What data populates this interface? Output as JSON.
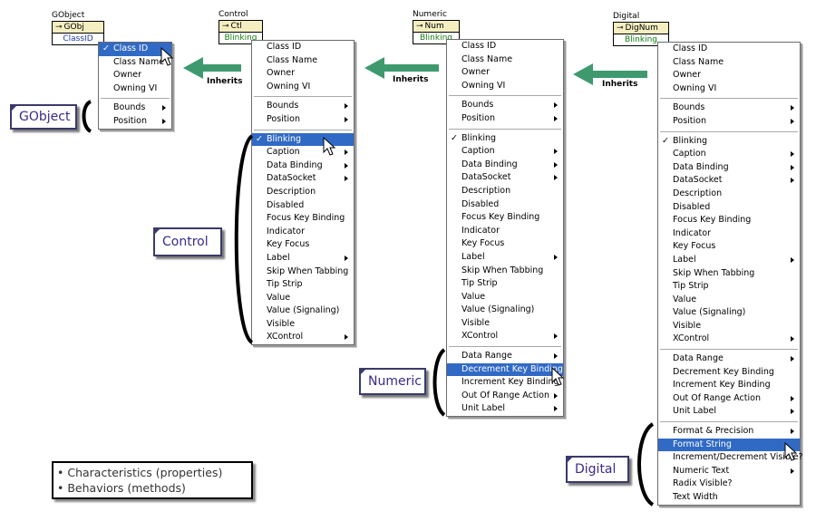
{
  "nodes": {
    "gobject": {
      "title": "GObject",
      "top": "GObj",
      "bottom": "ClassID"
    },
    "control": {
      "title": "Control",
      "top": "Ctl",
      "bottom": "Blinking"
    },
    "numeric": {
      "title": "Numeric",
      "top": "Num",
      "bottom": "Blinking"
    },
    "digital": {
      "title": "Digital",
      "top": "DigNum",
      "bottom": "Blinking"
    }
  },
  "inherits_label": "Inherits",
  "tags": {
    "gobject": "GObject",
    "control": "Control",
    "numeric": "Numeric",
    "digital": "Digital"
  },
  "legend": [
    "Characteristics (properties)",
    "Behaviors (methods)"
  ],
  "colors": {
    "arrow": "#3e9a6e",
    "highlight": "#316ac5",
    "node_fill": "#f5eec0"
  },
  "menus": {
    "gobject": {
      "groups": [
        [
          {
            "label": "Class ID",
            "check": true,
            "sel": true
          },
          {
            "label": "Class Name"
          },
          {
            "label": "Owner"
          },
          {
            "label": "Owning VI"
          }
        ],
        [
          {
            "label": "Bounds",
            "sub": true
          },
          {
            "label": "Position",
            "sub": true
          }
        ]
      ]
    },
    "control": {
      "groups": [
        [
          {
            "label": "Class ID"
          },
          {
            "label": "Class Name"
          },
          {
            "label": "Owner"
          },
          {
            "label": "Owning VI"
          }
        ],
        [
          {
            "label": "Bounds",
            "sub": true
          },
          {
            "label": "Position",
            "sub": true
          }
        ],
        [
          {
            "label": "Blinking",
            "check": true,
            "sel": true
          },
          {
            "label": "Caption",
            "sub": true
          },
          {
            "label": "Data Binding",
            "sub": true
          },
          {
            "label": "DataSocket",
            "sub": true
          },
          {
            "label": "Description"
          },
          {
            "label": "Disabled"
          },
          {
            "label": "Focus Key Binding"
          },
          {
            "label": "Indicator"
          },
          {
            "label": "Key Focus"
          },
          {
            "label": "Label",
            "sub": true
          },
          {
            "label": "Skip When Tabbing"
          },
          {
            "label": "Tip Strip"
          },
          {
            "label": "Value"
          },
          {
            "label": "Value (Signaling)"
          },
          {
            "label": "Visible"
          },
          {
            "label": "XControl",
            "sub": true
          }
        ]
      ]
    },
    "numeric": {
      "groups": [
        [
          {
            "label": "Class ID"
          },
          {
            "label": "Class Name"
          },
          {
            "label": "Owner"
          },
          {
            "label": "Owning VI"
          }
        ],
        [
          {
            "label": "Bounds",
            "sub": true
          },
          {
            "label": "Position",
            "sub": true
          }
        ],
        [
          {
            "label": "Blinking",
            "check": true
          },
          {
            "label": "Caption",
            "sub": true
          },
          {
            "label": "Data Binding",
            "sub": true
          },
          {
            "label": "DataSocket",
            "sub": true
          },
          {
            "label": "Description"
          },
          {
            "label": "Disabled"
          },
          {
            "label": "Focus Key Binding"
          },
          {
            "label": "Indicator"
          },
          {
            "label": "Key Focus"
          },
          {
            "label": "Label",
            "sub": true
          },
          {
            "label": "Skip When Tabbing"
          },
          {
            "label": "Tip Strip"
          },
          {
            "label": "Value"
          },
          {
            "label": "Value (Signaling)"
          },
          {
            "label": "Visible"
          },
          {
            "label": "XControl",
            "sub": true
          }
        ],
        [
          {
            "label": "Data Range",
            "sub": true
          },
          {
            "label": "Decrement Key Binding",
            "sel": true
          },
          {
            "label": "Increment Key Binding"
          },
          {
            "label": "Out Of Range Action",
            "sub": true
          },
          {
            "label": "Unit Label",
            "sub": true
          }
        ]
      ]
    },
    "digital": {
      "groups": [
        [
          {
            "label": "Class ID"
          },
          {
            "label": "Class Name"
          },
          {
            "label": "Owner"
          },
          {
            "label": "Owning VI"
          }
        ],
        [
          {
            "label": "Bounds",
            "sub": true
          },
          {
            "label": "Position",
            "sub": true
          }
        ],
        [
          {
            "label": "Blinking",
            "check": true
          },
          {
            "label": "Caption",
            "sub": true
          },
          {
            "label": "Data Binding",
            "sub": true
          },
          {
            "label": "DataSocket",
            "sub": true
          },
          {
            "label": "Description"
          },
          {
            "label": "Disabled"
          },
          {
            "label": "Focus Key Binding"
          },
          {
            "label": "Indicator"
          },
          {
            "label": "Key Focus"
          },
          {
            "label": "Label",
            "sub": true
          },
          {
            "label": "Skip When Tabbing"
          },
          {
            "label": "Tip Strip"
          },
          {
            "label": "Value"
          },
          {
            "label": "Value (Signaling)"
          },
          {
            "label": "Visible"
          },
          {
            "label": "XControl",
            "sub": true
          }
        ],
        [
          {
            "label": "Data Range",
            "sub": true
          },
          {
            "label": "Decrement Key Binding"
          },
          {
            "label": "Increment Key Binding"
          },
          {
            "label": "Out Of Range Action",
            "sub": true
          },
          {
            "label": "Unit Label",
            "sub": true
          }
        ],
        [
          {
            "label": "Format & Precision",
            "sub": true
          },
          {
            "label": "Format String",
            "sel": true
          },
          {
            "label": "Increment/Decrement Visible?"
          },
          {
            "label": "Numeric Text",
            "sub": true
          },
          {
            "label": "Radix Visible?"
          },
          {
            "label": "Text Width"
          }
        ]
      ]
    }
  }
}
